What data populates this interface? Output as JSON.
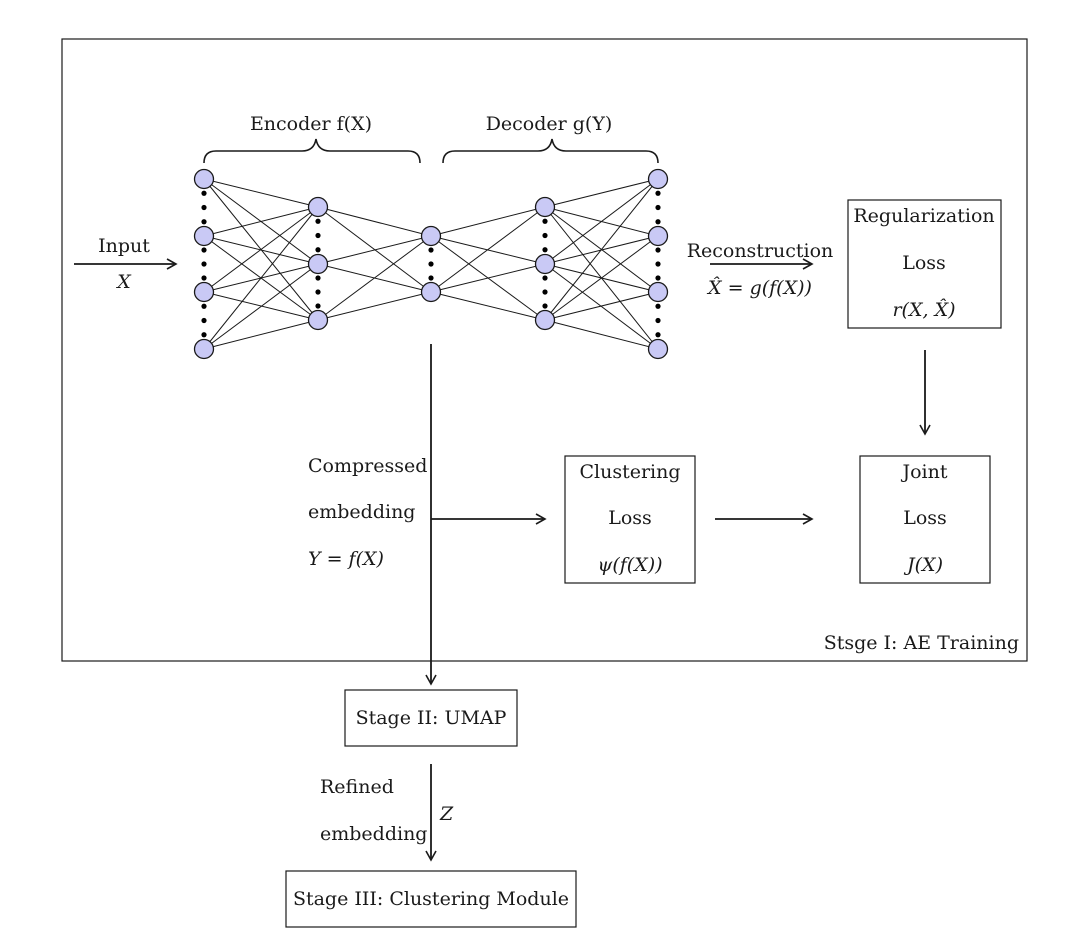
{
  "stage1": {
    "label": "Stsge I: AE Training"
  },
  "encoder": {
    "label": "Encoder f(X)"
  },
  "decoder": {
    "label": "Decoder g(Y)"
  },
  "input": {
    "label": "Input",
    "symbol": "X"
  },
  "reconstruction": {
    "label": "Reconstruction",
    "formula": "X̂ = g(f(X))"
  },
  "regularization": {
    "line1": "Regularization",
    "line2": "Loss",
    "line3": "r(X, X̂)"
  },
  "embedding": {
    "line1": "Compressed",
    "line2": "embedding",
    "line3": "Y = f(X)"
  },
  "clustering_loss": {
    "line1": "Clustering",
    "line2": "Loss",
    "line3": "ψ(f(X))"
  },
  "joint_loss": {
    "line1": "Joint",
    "line2": "Loss",
    "line3": "J(X)"
  },
  "stage2": {
    "label": "Stage II: UMAP"
  },
  "refined": {
    "line1": "Refined",
    "line2": "embedding",
    "symbol": "Z"
  },
  "stage3": {
    "label": "Stage III: Clustering Module"
  },
  "colors": {
    "node_fill": "#c9c9f5",
    "stroke": "#1a1a1a"
  }
}
